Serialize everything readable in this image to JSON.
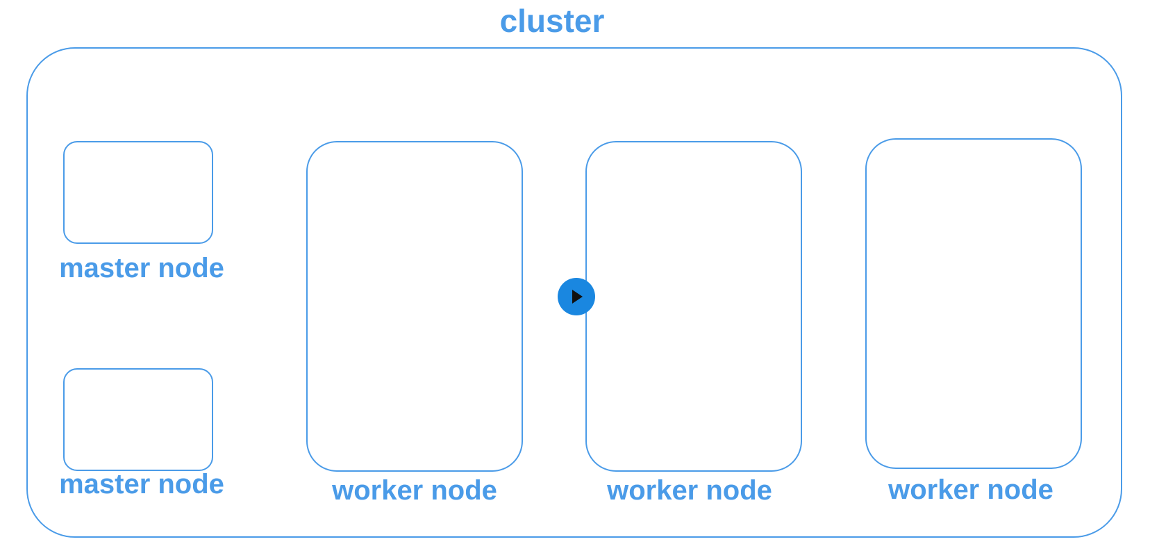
{
  "title": "cluster",
  "colors": {
    "accent": "#4a9be8",
    "play_button": "#1a87e0"
  },
  "nodes": {
    "master_1": "master node",
    "master_2": "master node",
    "worker_1": "worker node",
    "worker_2": "worker node",
    "worker_3": "worker node"
  },
  "controls": {
    "play_icon": "play-icon"
  }
}
